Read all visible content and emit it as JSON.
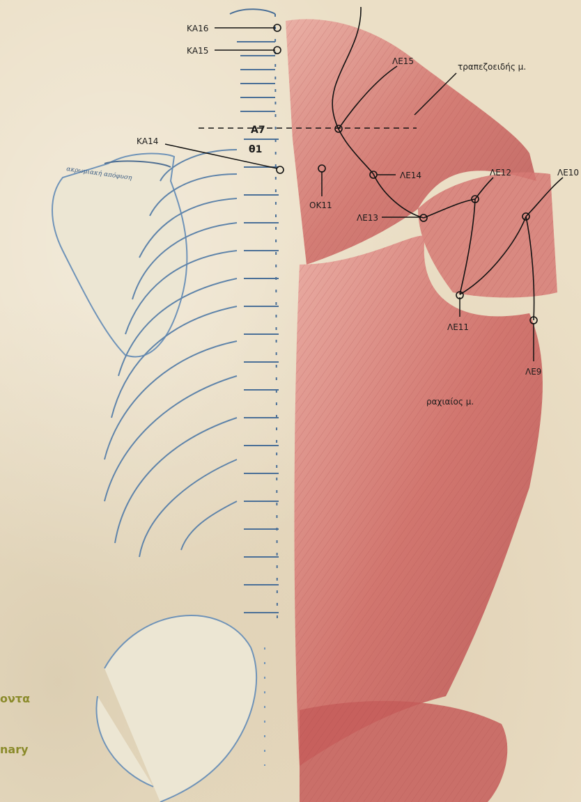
{
  "colors": {
    "background": "#ebdfc6",
    "bone_stroke": "#6f93b8",
    "bone_fill": "#e6e3d4",
    "muscle": "#c85a5a",
    "muscle_light": "#e59a92",
    "line": "#111111",
    "side_text": "#8a8a2a"
  },
  "points": {
    "ka16": "ΚΑ16",
    "ka15": "ΚΑ15",
    "ka14": "ΚΑ14",
    "a7": "Α7",
    "th1": "θ1",
    "ok11": "ΟΚ11",
    "le15": "ΛΕ15",
    "le14": "ΛΕ14",
    "le13": "ΛΕ13",
    "le12": "ΛΕ12",
    "le11": "ΛΕ11",
    "le10": "ΛΕ10",
    "le9": "ΛΕ9"
  },
  "muscles": {
    "trapezius": "τραπεζοειδής μ.",
    "latissimus": "ραχιαίος μ."
  },
  "scapula_handwriting": "ακρωμιακή απόφυση",
  "side_text": {
    "line1": "οντα",
    "line2": "nary"
  },
  "icons": {
    "acupoint": "circle-marker-icon"
  }
}
